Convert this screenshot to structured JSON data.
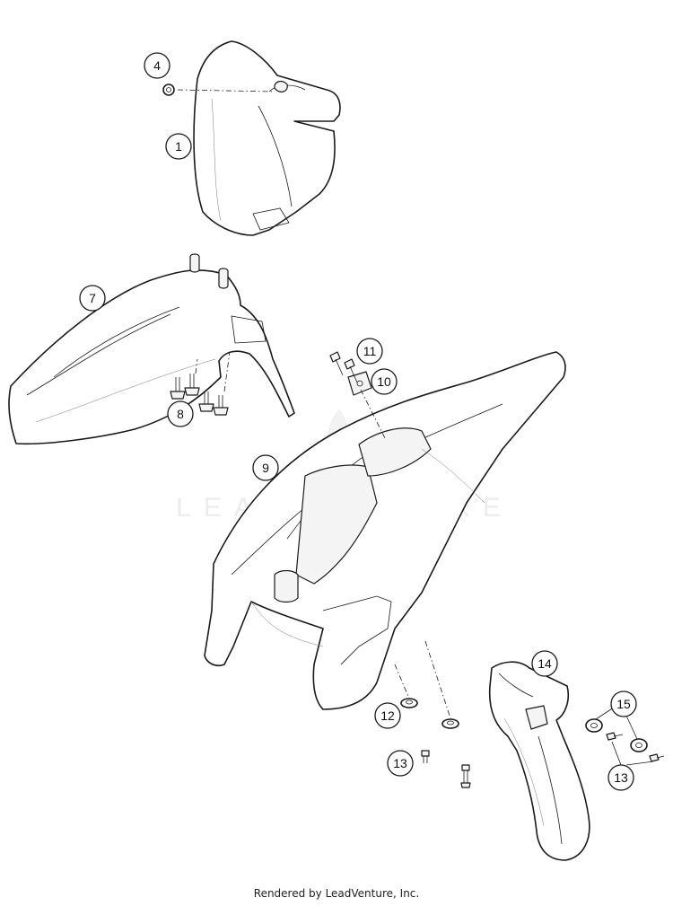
{
  "callouts": {
    "c1": "1",
    "c4": "4",
    "c7": "7",
    "c8": "8",
    "c9": "9",
    "c10": "10",
    "c11": "11",
    "c12": "12",
    "c13a": "13",
    "c13b": "13",
    "c14": "14",
    "c15": "15"
  },
  "watermark": {
    "text": "LEADVENTURE"
  },
  "footer": {
    "text": "Rendered by LeadVenture, Inc."
  }
}
